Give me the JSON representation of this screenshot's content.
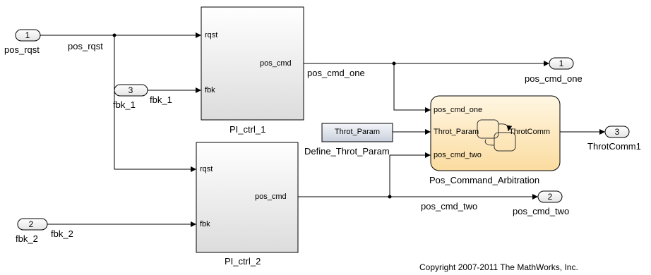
{
  "inports": [
    {
      "number": "1",
      "name": "pos_rqst"
    },
    {
      "number": "3",
      "name": "fbk_1"
    },
    {
      "number": "2",
      "name": "fbk_2"
    }
  ],
  "outports": [
    {
      "number": "1",
      "name": "pos_cmd_one"
    },
    {
      "number": "3",
      "name": "ThrotComm1"
    },
    {
      "number": "2",
      "name": "pos_cmd_two"
    }
  ],
  "subsystems": [
    {
      "name": "PI_ctrl_1",
      "inputs": [
        "rqst",
        "fbk"
      ],
      "output": "pos_cmd"
    },
    {
      "name": "PI_ctrl_2",
      "inputs": [
        "rqst",
        "fbk"
      ],
      "output": "pos_cmd"
    }
  ],
  "constant_block": {
    "value": "Throt_Param",
    "name": "Define_Throt_Param"
  },
  "chart_block": {
    "name": "Pos_Command_Arbitration",
    "inputs": [
      "pos_cmd_one",
      "Throt_Param",
      "pos_cmd_two"
    ],
    "output": "ThrotComm"
  },
  "signals": {
    "pos_rqst": "pos_rqst",
    "fbk_1": "fbk_1",
    "fbk_2": "fbk_2",
    "pos_cmd_one": "pos_cmd_one",
    "pos_cmd_two": "pos_cmd_two"
  },
  "copyright": "Copyright 2007-2011 The MathWorks, Inc."
}
